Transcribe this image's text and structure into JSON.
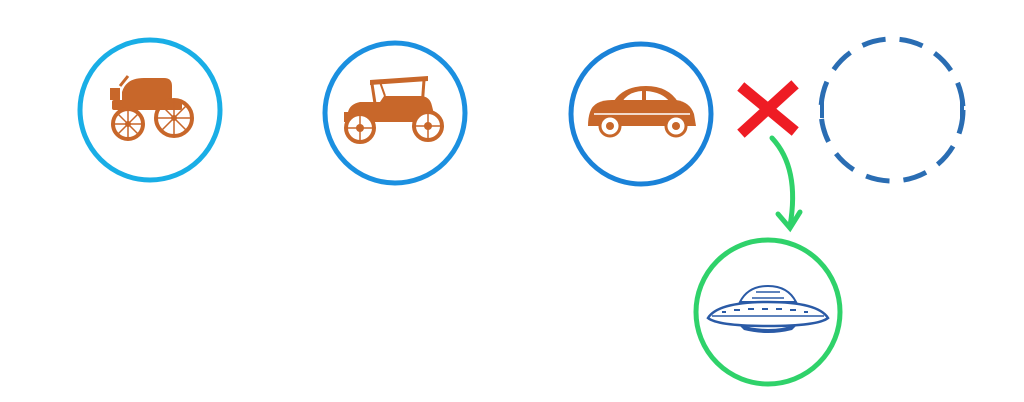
{
  "timeline": {
    "stages": [
      {
        "id": "early-motor-carriage",
        "icon": "horseless-carriage-icon",
        "state": "past"
      },
      {
        "id": "model-t-era",
        "icon": "vintage-touring-car-icon",
        "state": "past"
      },
      {
        "id": "1940s-sedan",
        "icon": "classic-sedan-icon",
        "state": "current"
      },
      {
        "id": "next",
        "icon": "empty-future-slot",
        "state": "blocked"
      }
    ],
    "break_marker": {
      "icon": "red-x-icon"
    },
    "detour": {
      "icon": "ufo-flying-saucer-icon",
      "arrow": "curved-arrow-down-icon"
    }
  },
  "colors": {
    "line_start": "#1ab0e8",
    "line_end": "#1f6fc0",
    "circle_1": "#19aee6",
    "circle_2": "#1b90e0",
    "circle_3": "#1a82d8",
    "dashed_circle": "#2a6db3",
    "vehicle_fill": "#c8672a",
    "x_mark": "#ee1c24",
    "detour_green": "#2fd26a",
    "ufo_blue": "#2a5aa6"
  }
}
